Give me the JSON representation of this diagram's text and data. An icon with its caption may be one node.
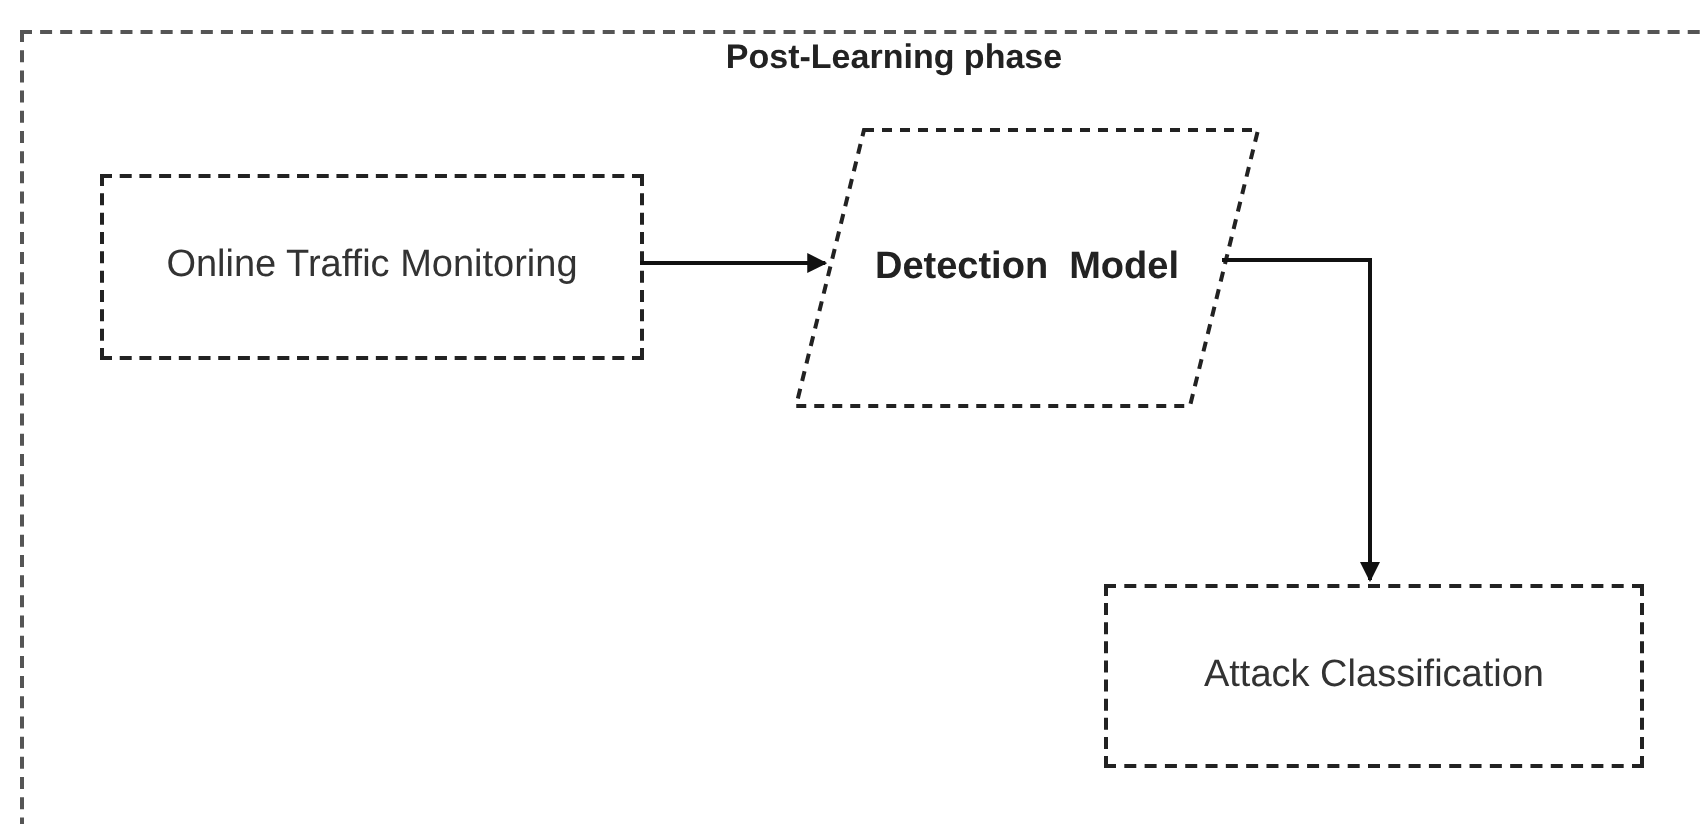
{
  "diagram": {
    "nodes": [
      {
        "text": [
          "Post-Learning phase"
        ]
      },
      {
        "text": [
          "Online Traffic Monitoring"
        ],
        "in": 0
      },
      {
        "text": [
          "Detection  Model"
        ],
        "in": 0
      },
      {
        "text": [
          "Attack Classification"
        ],
        "in": 0
      }
    ],
    "edges": [
      {
        "from": 1,
        "to": 2,
        "arrow": "to"
      },
      {
        "from": 2,
        "to": 3,
        "arrow": "to"
      }
    ]
  }
}
